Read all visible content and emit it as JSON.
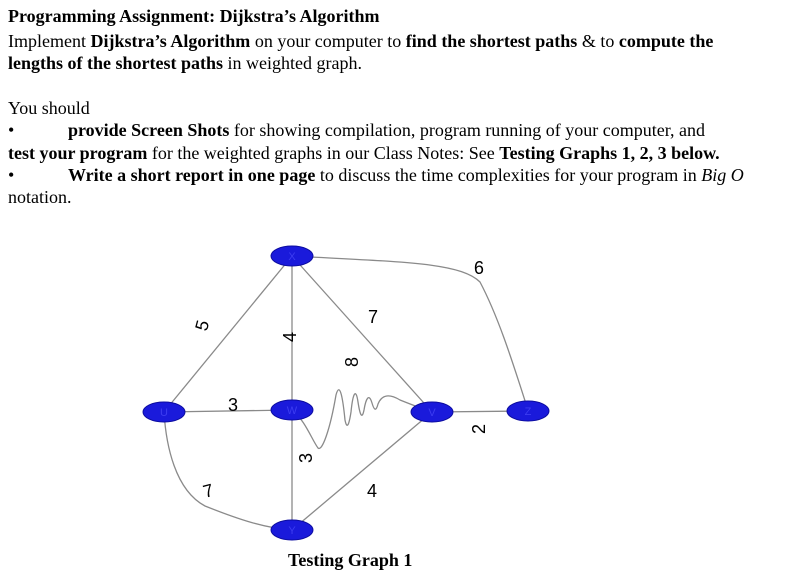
{
  "assignment": {
    "title": "Programming Assignment: Dijkstra’s Algorithm",
    "intro": {
      "t1": "Implement ",
      "b1": "Dijkstra’s Algorithm",
      "t2": " on your computer to ",
      "b2": "find the shortest paths",
      "t3": " & to ",
      "b3": "compute the",
      "b4": "lengths of the shortest paths",
      "t4": " in weighted graph."
    },
    "you_should": "You should",
    "bullet_glyph": "•",
    "bullet1": {
      "b1": "provide Screen Shots",
      "t1": " for showing compilation, program running of your computer, and",
      "b2": "test your program",
      "t2": " for the weighted graphs in our Class Notes: See ",
      "b3": "Testing Graphs 1, 2, 3 below."
    },
    "bullet2": {
      "b1": "Write a short report in one page",
      "t1": " to discuss the time complexities for your program in ",
      "i1": "Big O",
      "t2": "notation."
    }
  },
  "graph": {
    "caption": "Testing Graph 1",
    "node_color": "#1a1adb",
    "nodes": [
      {
        "id": "X",
        "label": "X"
      },
      {
        "id": "U",
        "label": "U"
      },
      {
        "id": "W",
        "label": "W"
      },
      {
        "id": "V",
        "label": "V"
      },
      {
        "id": "Z",
        "label": "Z"
      },
      {
        "id": "Y",
        "label": "Y"
      }
    ],
    "edge_weights": {
      "XU": "5",
      "XW": "4",
      "XV": "7",
      "XZ": "9",
      "UW": "3",
      "WV": "8",
      "VZ": "2",
      "UY": "7",
      "WY": "3",
      "VY": "4"
    }
  }
}
